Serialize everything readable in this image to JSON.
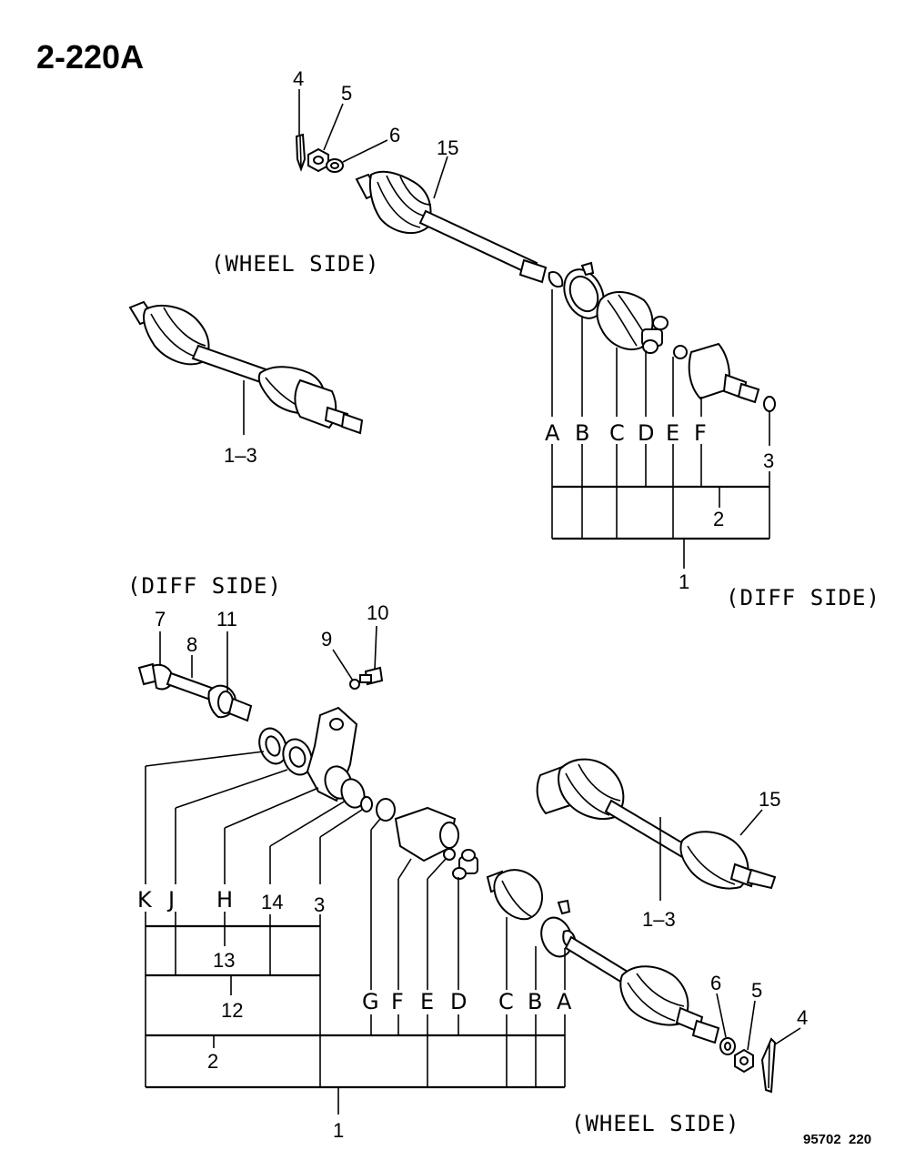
{
  "header": {
    "title": "2-220A",
    "ref_code": "95702  220"
  },
  "side_labels": {
    "upper_wheel_side": "(WHEEL SIDE)",
    "upper_diff_side": "(DIFF SIDE)",
    "lower_diff_side": "(DIFF SIDE)",
    "lower_wheel_side": "(WHEEL SIDE)"
  },
  "upper_callouts": {
    "n4": "4",
    "n5": "5",
    "n6": "6",
    "n15": "15",
    "n1_3": "1–3",
    "A": "A",
    "B": "B",
    "C": "C",
    "D": "D",
    "E": "E",
    "F": "F",
    "n3": "3",
    "n2": "2",
    "n1": "1"
  },
  "lower_callouts": {
    "n7": "7",
    "n8": "8",
    "n11": "11",
    "n9": "9",
    "n10": "10",
    "n15": "15",
    "n1_3": "1–3",
    "K": "K",
    "J": "J",
    "H": "H",
    "n14": "14",
    "n3": "3",
    "n13": "13",
    "n12": "12",
    "G": "G",
    "F": "F",
    "E": "E",
    "D": "D",
    "C": "C",
    "B": "B",
    "A": "A",
    "n2": "2",
    "n1": "1",
    "n6": "6",
    "n5": "5",
    "n4": "4"
  }
}
